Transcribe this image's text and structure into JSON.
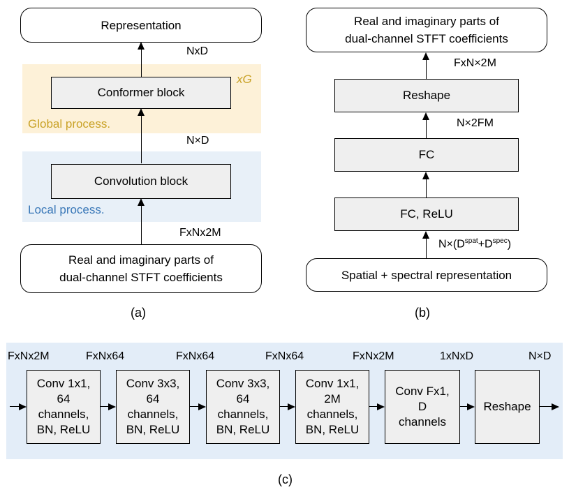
{
  "colors": {
    "global_band": "#fdf1d8",
    "local_band": "#e8f0f8",
    "c_band": "#e3edf8",
    "global_text": "#c9a227",
    "local_text": "#3a78b8",
    "block_fill": "#efefef"
  },
  "a": {
    "caption": "(a)",
    "top_box": "Representation",
    "conformer": "Conformer block",
    "repeat": "xG",
    "global_label": "Global process.",
    "convolution": "Convolution block",
    "local_label": "Local process.",
    "dim_top": "NxD",
    "dim_mid": "N×D",
    "dim_bottom": "FxNx2M",
    "input_line1": "Real and imaginary parts of",
    "input_line2": "dual-channel STFT coefficients"
  },
  "b": {
    "caption": "(b)",
    "output_line1": "Real and imaginary parts of",
    "output_line2": "dual-channel STFT coefficients",
    "dim_top": "FxN×2M",
    "reshape": "Reshape",
    "dim_mid": "N×2FM",
    "fc": "FC",
    "fc_relu": "FC, ReLU",
    "dim_bottom_pre": "N×(D",
    "dim_bottom_sup1": "spat",
    "dim_bottom_mid": "+D",
    "dim_bottom_sup2": "spec",
    "dim_bottom_post": ")",
    "input": "Spatial + spectral representation"
  },
  "c": {
    "caption": "(c)",
    "dims": [
      "FxNx2M",
      "FxNx64",
      "FxNx64",
      "FxNx64",
      "FxNx2M",
      "1xNxD",
      "N×D"
    ],
    "blocks": [
      [
        "Conv 1x1,",
        "64",
        "channels,",
        "BN, ReLU"
      ],
      [
        "Conv 3x3,",
        "64",
        "channels,",
        "BN, ReLU"
      ],
      [
        "Conv 3x3,",
        "64",
        "channels,",
        "BN, ReLU"
      ],
      [
        "Conv 1x1,",
        "2M",
        "channels,",
        "BN, ReLU"
      ],
      [
        "Conv Fx1,",
        "D",
        "channels"
      ],
      [
        "Reshape"
      ]
    ]
  }
}
